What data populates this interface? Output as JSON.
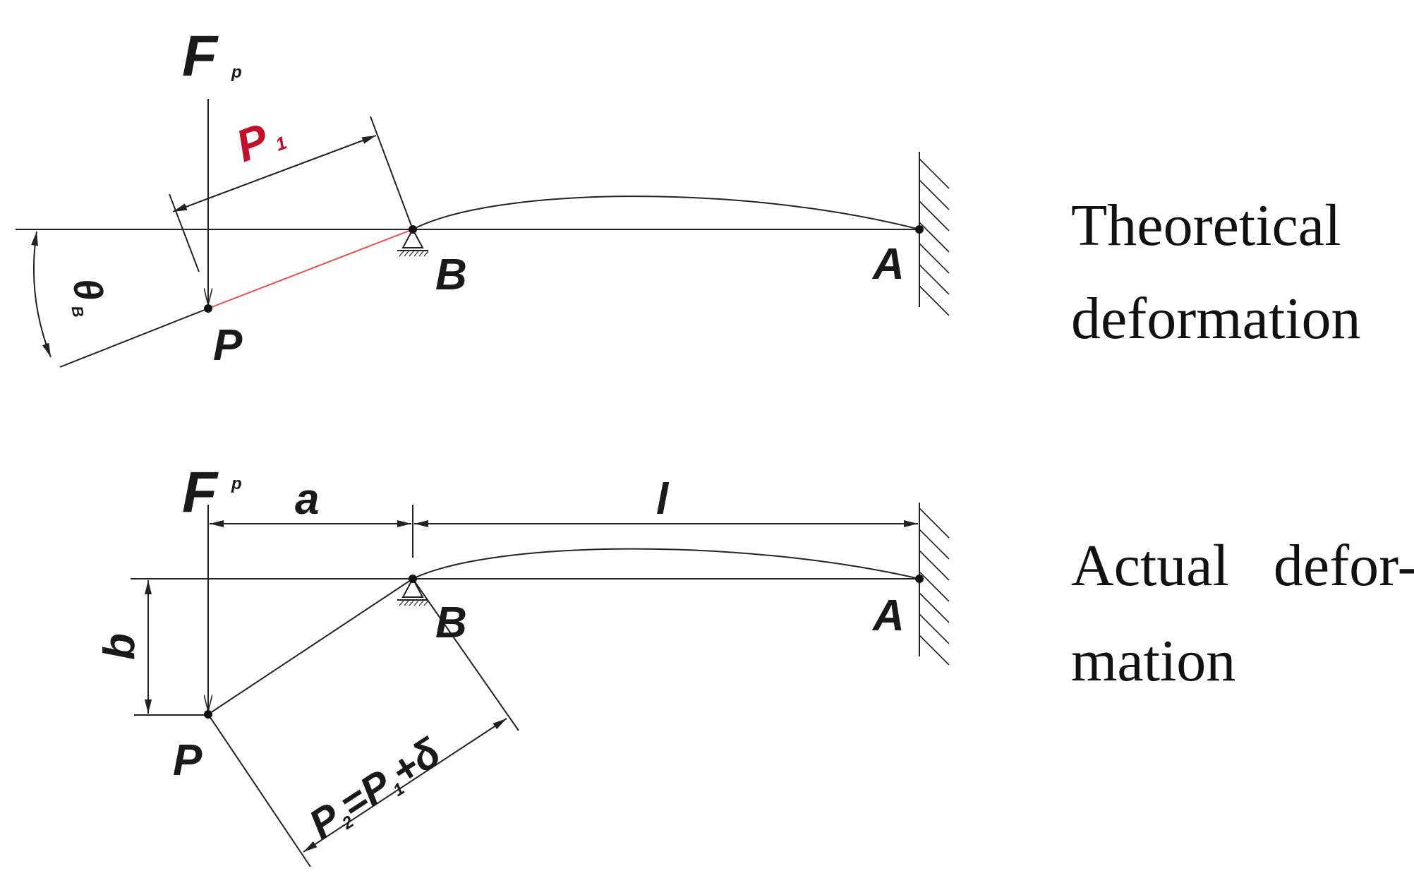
{
  "diagrams": {
    "theoretical": {
      "force_label": "F",
      "force_sub": "p",
      "length_label": "P",
      "length_sub": "1",
      "angle_label": "θ",
      "angle_sub": "B",
      "point_p": "P",
      "point_b": "B",
      "point_a": "A",
      "caption_line1": "Theoretical",
      "caption_line2": "deformation"
    },
    "actual": {
      "force_label": "F",
      "force_sub": "p",
      "dim_a": "a",
      "dim_l": "l",
      "dim_b": "b",
      "point_p": "P",
      "point_b": "B",
      "point_a": "A",
      "p2_main": "P",
      "p2_sub": "2",
      "p2_eq": "=P",
      "p2_sub1": "1",
      "p2_plus": "+δ",
      "caption_line1": "Actual   defor-",
      "caption_line2": "mation"
    }
  },
  "colors": {
    "line": "#222222",
    "highlight_line": "#f04a4a",
    "highlight_text": "#c0102a"
  }
}
